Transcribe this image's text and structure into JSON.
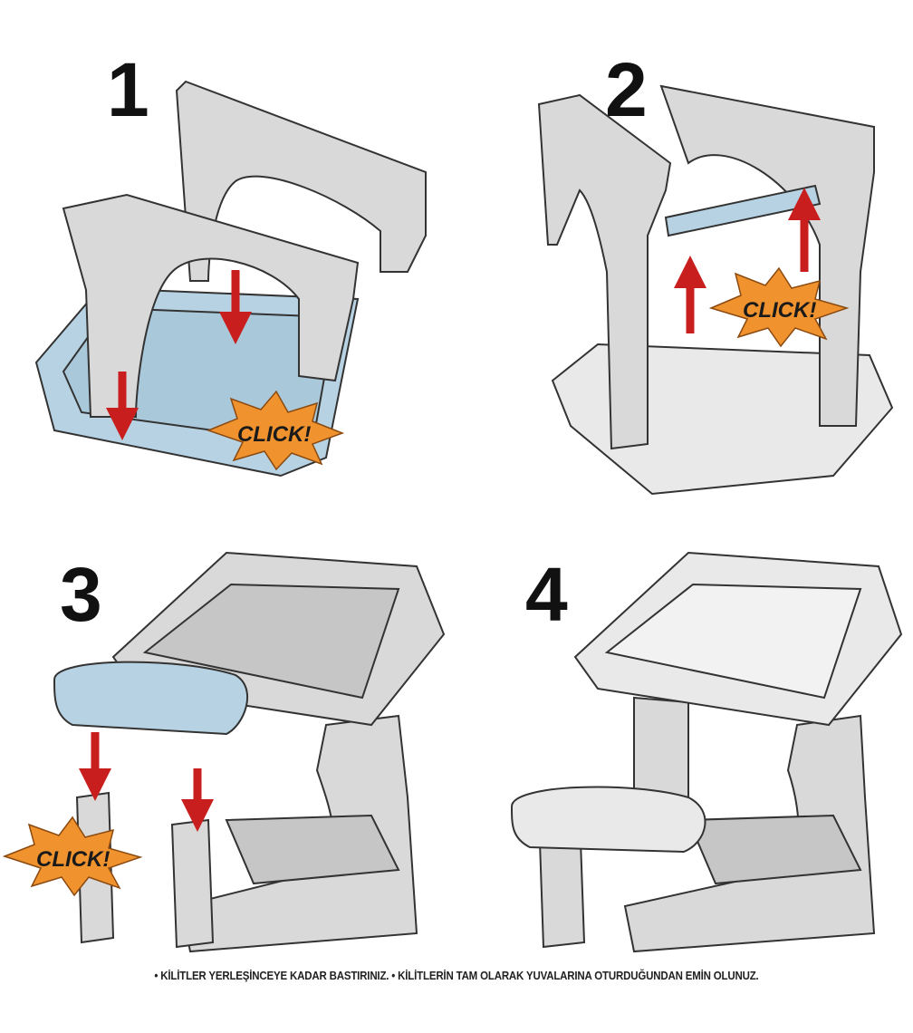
{
  "steps": [
    {
      "number": "1",
      "callout": "CLICK!"
    },
    {
      "number": "2",
      "callout": "CLICK!"
    },
    {
      "number": "3",
      "callout": "CLICK!"
    },
    {
      "number": "4"
    }
  ],
  "footer_note": "• KİLİTLER YERLEŞİNCEYE KADAR BASTIRINIZ. • KİLİTLERİN TAM OLARAK YUVALARINA OTURDUĞUNDAN EMİN OLUNUZ.",
  "colors": {
    "arrow": "#c81e1e",
    "burst": "#f0922e",
    "blue_part": "#b7d3e3",
    "grey_part": "#d9d9d9"
  }
}
